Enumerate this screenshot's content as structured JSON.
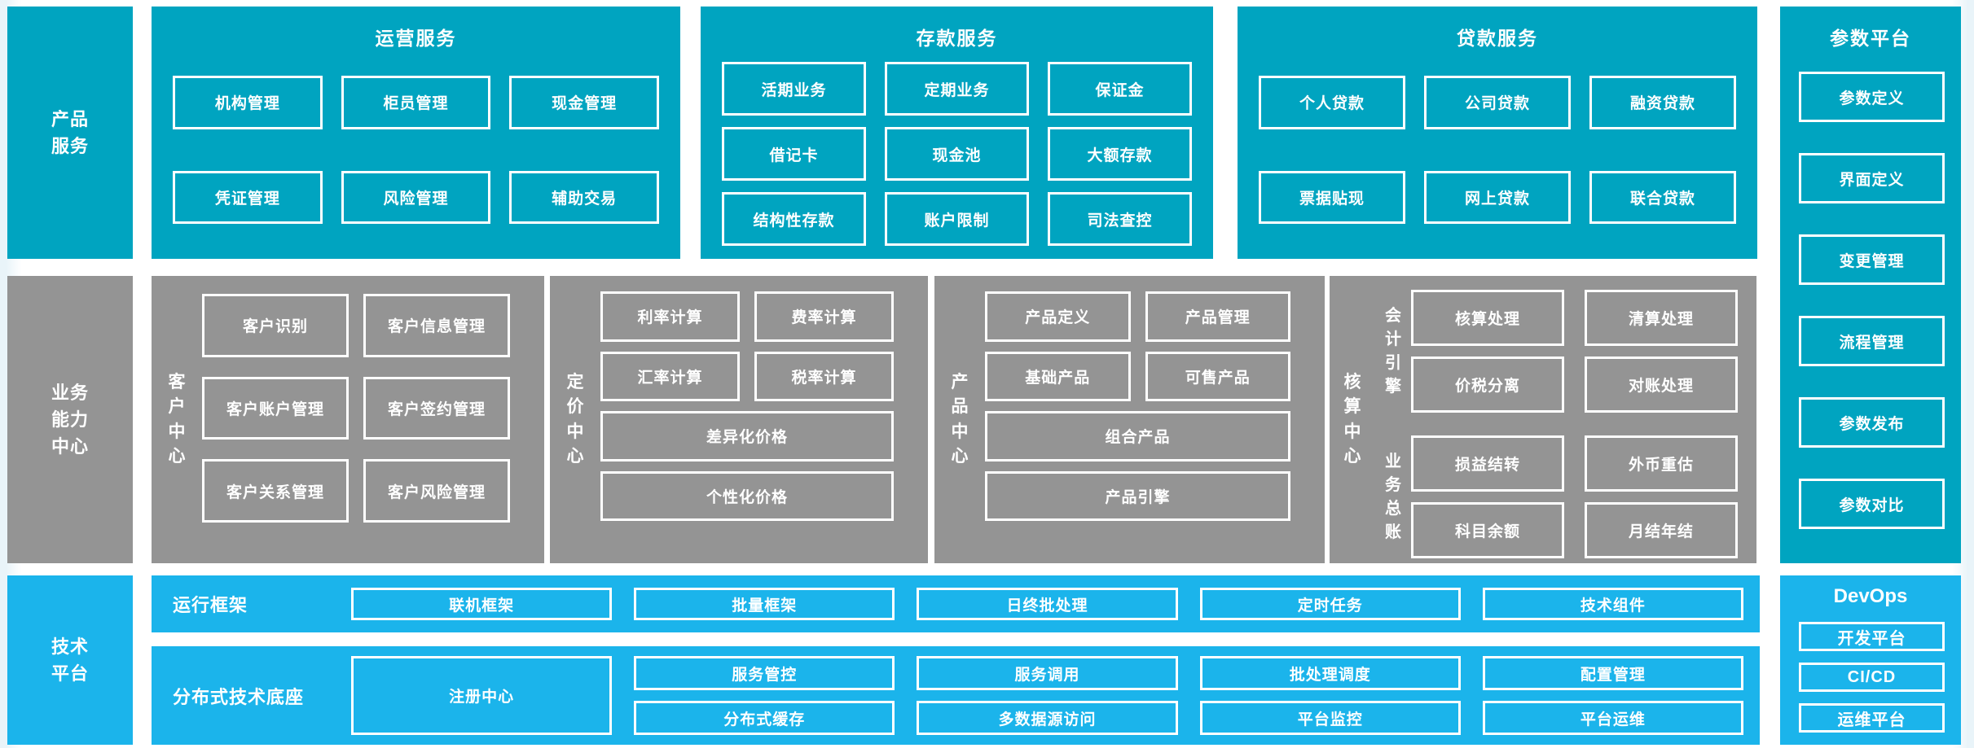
{
  "colors": {
    "cyan": "#00a4c0",
    "gray": "#949494",
    "blue": "#1bb4eb",
    "box_border": "#ffffff",
    "text": "#ffffff"
  },
  "row_labels": {
    "product_services": "产品服务",
    "business_center": "业务能力中心",
    "tech_platform": "技术平台"
  },
  "top_sections": [
    {
      "title": "运营服务",
      "items": [
        {
          "label": "机构管理"
        },
        {
          "label": "柜员管理"
        },
        {
          "label": "现金管理"
        },
        {
          "label": "凭证管理"
        },
        {
          "label": "风险管理"
        },
        {
          "label": "辅助交易"
        }
      ]
    },
    {
      "title": "存款服务",
      "items": [
        {
          "label": "活期业务"
        },
        {
          "label": "定期业务"
        },
        {
          "label": "保证金"
        },
        {
          "label": "借记卡"
        },
        {
          "label": "现金池"
        },
        {
          "label": "大额存款"
        },
        {
          "label": "结构性存款"
        },
        {
          "label": "账户限制"
        },
        {
          "label": "司法查控"
        }
      ]
    },
    {
      "title": "贷款服务",
      "items": [
        {
          "label": "个人贷款"
        },
        {
          "label": "公司贷款"
        },
        {
          "label": "融资贷款"
        },
        {
          "label": "票据贴现"
        },
        {
          "label": "网上贷款"
        },
        {
          "label": "联合贷款"
        }
      ]
    }
  ],
  "param_platform": {
    "title": "参数平台",
    "items": [
      {
        "label": "参数定义"
      },
      {
        "label": "界面定义"
      },
      {
        "label": "变更管理"
      },
      {
        "label": "流程管理"
      },
      {
        "label": "参数发布"
      },
      {
        "label": "参数对比"
      }
    ]
  },
  "capability_centers": [
    {
      "label": "客户中心",
      "items": [
        {
          "label": "客户识别"
        },
        {
          "label": "客户信息管理"
        },
        {
          "label": "客户账户管理"
        },
        {
          "label": "客户签约管理"
        },
        {
          "label": "客户关系管理"
        },
        {
          "label": "客户风险管理"
        }
      ]
    },
    {
      "label": "定价中心",
      "items": [
        {
          "label": "利率计算"
        },
        {
          "label": "费率计算"
        },
        {
          "label": "汇率计算"
        },
        {
          "label": "税率计算"
        },
        {
          "label": "差异化价格",
          "wide": true
        },
        {
          "label": "个性化价格",
          "wide": true
        }
      ]
    },
    {
      "label": "产品中心",
      "items": [
        {
          "label": "产品定义"
        },
        {
          "label": "产品管理"
        },
        {
          "label": "基础产品"
        },
        {
          "label": "可售产品"
        },
        {
          "label": "组合产品",
          "wide": true
        },
        {
          "label": "产品引擎",
          "wide": true
        }
      ]
    }
  ],
  "accounting_center": {
    "label": "核算中心",
    "groups": [
      {
        "label": "会计引擎",
        "items": [
          {
            "label": "核算处理"
          },
          {
            "label": "清算处理"
          },
          {
            "label": "价税分离"
          },
          {
            "label": "对账处理"
          }
        ]
      },
      {
        "label": "业务总账",
        "items": [
          {
            "label": "损益结转"
          },
          {
            "label": "外币重估"
          },
          {
            "label": "科目余额"
          },
          {
            "label": "月结年结"
          }
        ]
      }
    ]
  },
  "runtime_framework": {
    "label": "运行框架",
    "items": [
      {
        "label": "联机框架"
      },
      {
        "label": "批量框架"
      },
      {
        "label": "日终批处理"
      },
      {
        "label": "定时任务"
      },
      {
        "label": "技术组件"
      }
    ]
  },
  "distributed_base": {
    "label": "分布式技术底座",
    "registry": "注册中心",
    "items": [
      {
        "label": "服务管控"
      },
      {
        "label": "服务调用"
      },
      {
        "label": "批处理调度"
      },
      {
        "label": "配置管理"
      },
      {
        "label": "分布式缓存"
      },
      {
        "label": "多数据源访问"
      },
      {
        "label": "平台监控"
      },
      {
        "label": "平台运维"
      }
    ]
  },
  "devops": {
    "title": "DevOps",
    "items": [
      {
        "label": "开发平台"
      },
      {
        "label": "CI/CD"
      },
      {
        "label": "运维平台"
      }
    ]
  }
}
